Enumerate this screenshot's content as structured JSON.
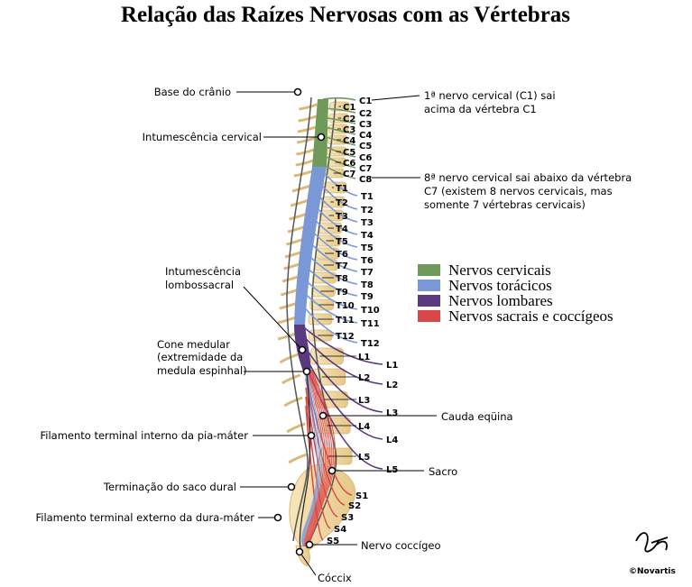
{
  "title": "Relação das Raízes Nervosas com as Vértebras",
  "labels_left": {
    "base_cranio": "Base do crânio",
    "intumescencia_cervical": "Intumescência cervical",
    "intumescencia_lombo_1": "Intumescência",
    "intumescencia_lombo_2": "lombossacral",
    "cone_1": "Cone medular",
    "cone_2": "(extremidade da",
    "cone_3": "medula espinhal)",
    "filamento_interno": "Filamento terminal interno da pia-máter",
    "terminacao_saco": "Terminação do saco dural",
    "filamento_externo": "Filamento terminal externo da dura-máter"
  },
  "labels_right": {
    "c1_note_1": "1ª nervo cervical (C1) sai",
    "c1_note_2": "acima da vértebra C1",
    "c8_note_1": "8ª nervo cervical sai abaixo da vértebra",
    "c8_note_2": "C7 (existem 8 nervos cervicais, mas",
    "c8_note_3": "somente 7 vértebras cervicais)",
    "cauda_equina": "Cauda eqüina",
    "sacro": "Sacro",
    "nervo_coccigeo": "Nervo coccígeo",
    "coccix": "Cóccix"
  },
  "vertebra_labels": [
    "C1",
    "C2",
    "C3",
    "C4",
    "C5",
    "C6",
    "C7",
    "T1",
    "T2",
    "T3",
    "T4",
    "T5",
    "T6",
    "T7",
    "T8",
    "T9",
    "T10",
    "T11",
    "T12",
    "L1",
    "L2",
    "L3",
    "L4",
    "L5"
  ],
  "nerve_labels": [
    "C1",
    "C2",
    "C3",
    "C4",
    "C5",
    "C6",
    "C7",
    "C8",
    "T1",
    "T2",
    "T3",
    "T4",
    "T5",
    "T6",
    "T7",
    "T8",
    "T9",
    "T10",
    "T11",
    "T12",
    "L1",
    "L2",
    "L3",
    "L4",
    "L5",
    "S1",
    "S2",
    "S3",
    "S4",
    "S5"
  ],
  "legend": [
    {
      "label": "Nervos cervicais",
      "color": "#6f9a5a"
    },
    {
      "label": "Nervos torácicos",
      "color": "#7a98d6"
    },
    {
      "label": "Nervos lombares",
      "color": "#5a3a7e"
    },
    {
      "label": "Nervos sacrais e coccígeos",
      "color": "#d94848"
    }
  ],
  "colors": {
    "bone": "#f3dca8",
    "bone_shadow": "#d9b878",
    "canal": "#ffffff"
  },
  "signature": "©Novartis"
}
